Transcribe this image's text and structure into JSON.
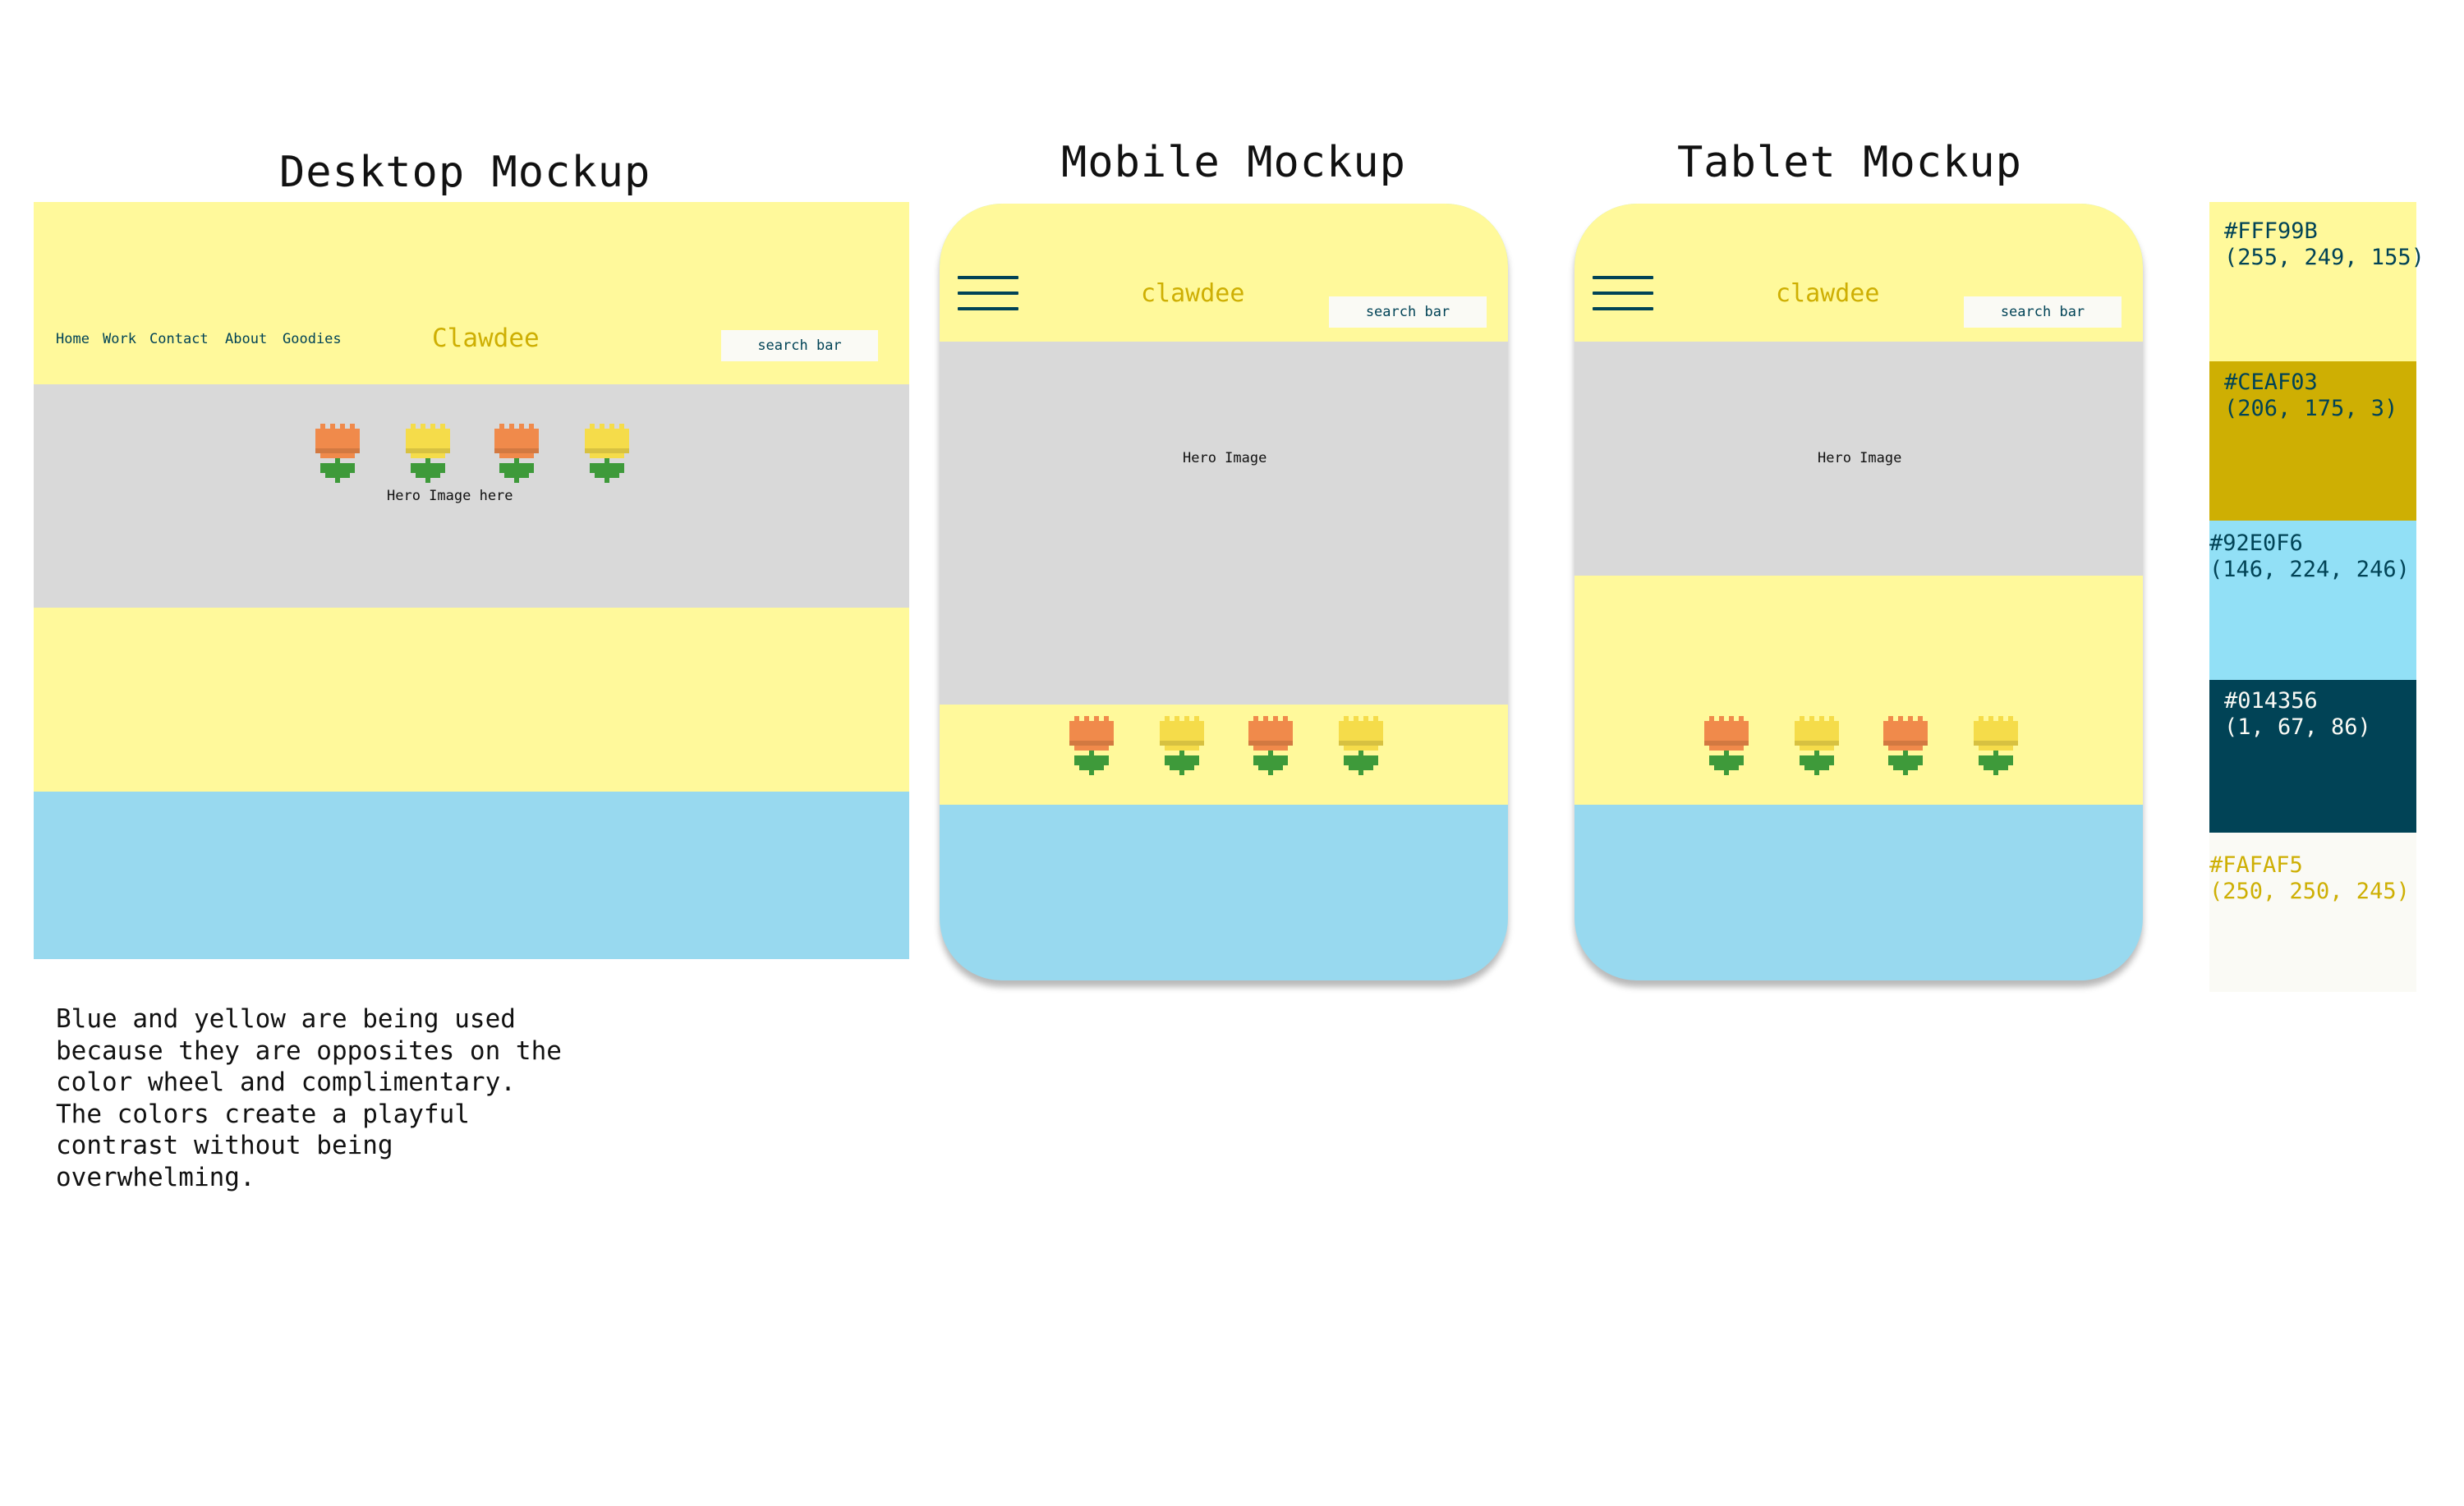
{
  "titles": {
    "desktop": "Desktop Mockup",
    "mobile": "Mobile Mockup",
    "tablet": "Tablet Mockup"
  },
  "desktop": {
    "nav": [
      "Home",
      "Work",
      "Contact",
      "About",
      "Goodies"
    ],
    "logo": "Clawdee",
    "search": "search bar",
    "hero": "Hero Image here"
  },
  "mobile": {
    "logo": "clawdee",
    "search": "search bar",
    "hero": "Hero Image"
  },
  "tablet": {
    "logo": "clawdee",
    "search": "search bar",
    "hero": "Hero Image"
  },
  "palette": [
    {
      "hex": "#FFF99B",
      "rgb": "(255, 249, 155)",
      "color": "#FFF99B",
      "text_color": "#014356"
    },
    {
      "hex": "#CEAF03",
      "rgb": "(206, 175, 3)",
      "color": "#CEAF03",
      "text_color": "#014356"
    },
    {
      "hex": "#92E0F6",
      "rgb": "(146, 224, 246)",
      "color": "#92E0F6",
      "text_color": "#014356"
    },
    {
      "hex": "#014356",
      "rgb": "(1, 67, 86)",
      "color": "#014356",
      "text_color": "#FAFAF5"
    },
    {
      "hex": "#FAFAF5",
      "rgb": "(250, 250, 245)",
      "color": "#FAFAF5",
      "text_color": "#CEAF03"
    }
  ],
  "note": "Blue and yellow are being used\nbecause they are opposites on the\ncolor wheel and complimentary.\nThe colors create a playful\ncontrast without being\noverwhelming.",
  "colors": {
    "yellow": "#FFF99B",
    "gold": "#CEAF03",
    "sky": "#98D9EF",
    "navy": "#014356",
    "offwhite": "#FAFAF5",
    "grey": "#D9D9D9",
    "flower_orange": "#F08A4B",
    "flower_yellow": "#F5DC4A",
    "stem": "#3E9A3A"
  },
  "icons": [
    "hamburger-menu-icon",
    "orange-flower-icon",
    "yellow-flower-icon"
  ]
}
